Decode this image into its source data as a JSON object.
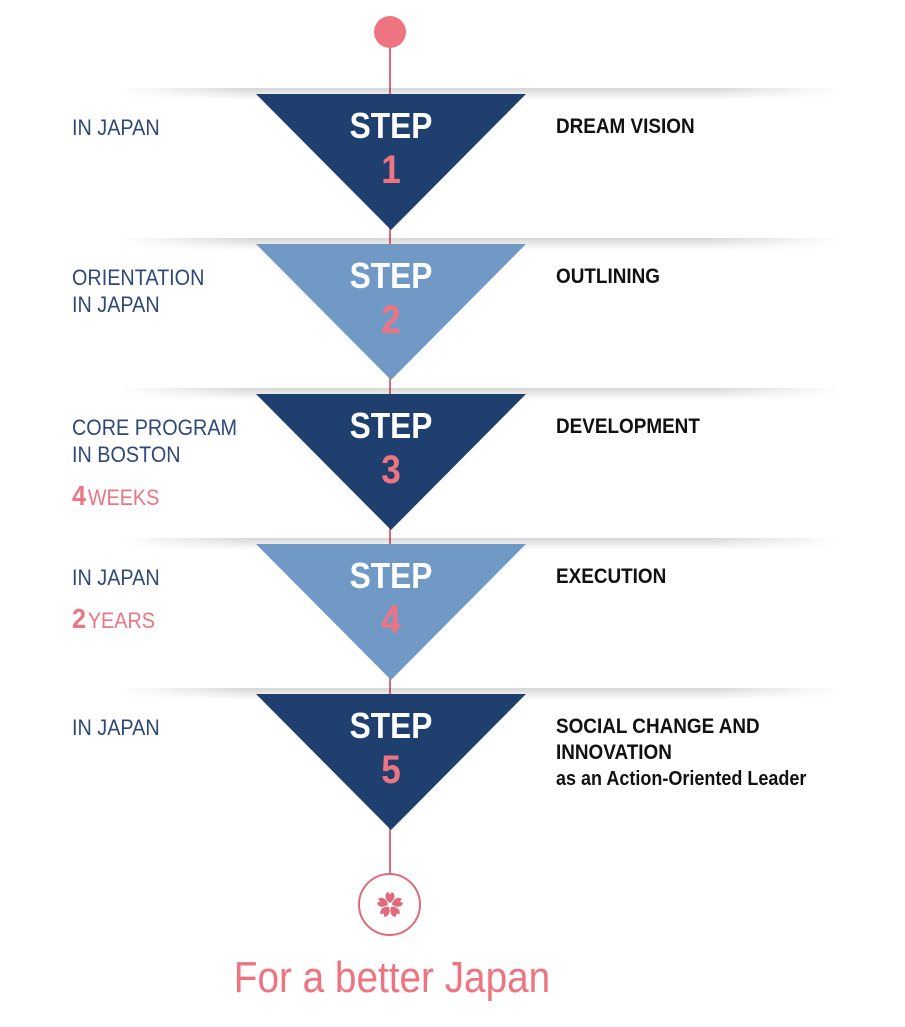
{
  "colors": {
    "dark_navy": "#1f3f6f",
    "light_blue": "#7099c6",
    "pink": "#ee7482",
    "navy_text": "#2f4878"
  },
  "steps": [
    {
      "step_label": "STEP",
      "number": "1",
      "color": "dark",
      "left_lines": [
        "IN JAPAN"
      ],
      "duration": null,
      "right_title_lines": [
        "DREAM VISION"
      ],
      "right_subtitle": ""
    },
    {
      "step_label": "STEP",
      "number": "2",
      "color": "light",
      "left_lines": [
        "ORIENTATION",
        "IN JAPAN"
      ],
      "duration": null,
      "right_title_lines": [
        "OUTLINING"
      ],
      "right_subtitle": ""
    },
    {
      "step_label": "STEP",
      "number": "3",
      "color": "dark",
      "left_lines": [
        "CORE PROGRAM",
        "IN BOSTON"
      ],
      "duration": {
        "number": "4",
        "unit": "WEEKS"
      },
      "right_title_lines": [
        "DEVELOPMENT"
      ],
      "right_subtitle": ""
    },
    {
      "step_label": "STEP",
      "number": "4",
      "color": "light",
      "left_lines": [
        "IN JAPAN"
      ],
      "duration": {
        "number": "2",
        "unit": "YEARS"
      },
      "right_title_lines": [
        "EXECUTION"
      ],
      "right_subtitle": ""
    },
    {
      "step_label": "STEP",
      "number": "5",
      "color": "dark",
      "left_lines": [
        "IN JAPAN"
      ],
      "duration": null,
      "right_title_lines": [
        "SOCIAL CHANGE AND",
        "INNOVATION"
      ],
      "right_subtitle": "as an Action-Oriented Leader"
    }
  ],
  "end_icon": "cherry-blossom-icon",
  "tagline": "For a better Japan"
}
